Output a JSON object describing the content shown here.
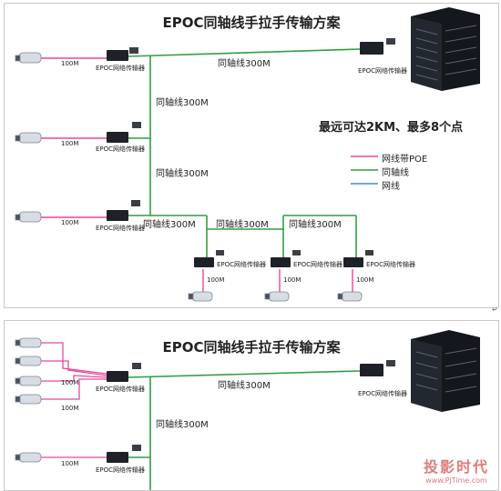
{
  "panel1": {
    "title": "EPOC同轴线手拉手传输方案",
    "device": "EPOC网络传输器",
    "speed": "100M",
    "cable": "同轴线300M",
    "headline": "最远可达2KM、最多8个点",
    "legend": [
      {
        "label": "网线带POE",
        "color": "#e8479a"
      },
      {
        "label": "同轴线",
        "color": "#2f9e44"
      },
      {
        "label": "网线",
        "color": "#3d8fd6"
      }
    ]
  },
  "panel2": {
    "title": "EPOC同轴线手拉手传输方案",
    "device": "EPOC网络传输器",
    "speed": "100M",
    "cable": "同轴线300M",
    "watermark_cn": "投影时代",
    "watermark_url": "www.PjTime.com"
  },
  "colors": {
    "poe": "#e8479a",
    "coax": "#2f9e44",
    "lan": "#3d8fd6"
  }
}
